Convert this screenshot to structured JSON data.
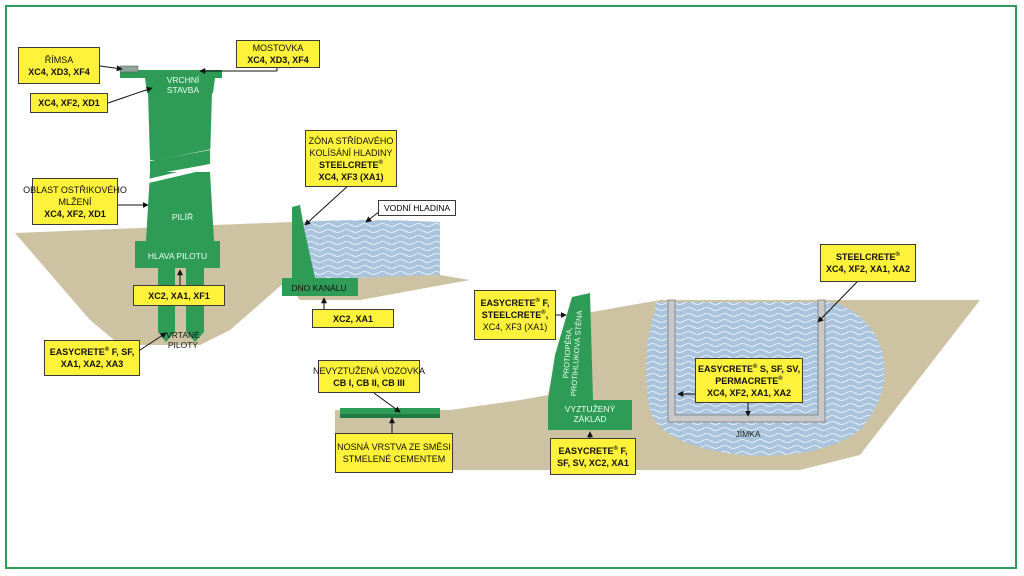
{
  "colors": {
    "ground": "#cdc3a3",
    "structure": "#2e9b57",
    "structure_dark": "#1f7a43",
    "water": "#a9c4dc",
    "label_fill": "#fff23a",
    "frame": "#2e9b57"
  },
  "parts": {
    "vrchni_stavba": [
      "VRCHNÍ",
      "STAVBA"
    ],
    "pilir": "PILÍŘ",
    "hlava_pilotu": "HLAVA PILOTU",
    "vrtane_piloty": [
      "VRTANÉ",
      "PILOTY"
    ],
    "dno_kanalu": "DNO KANÁLU",
    "protiopera": [
      "PROTIOPĚRA,",
      "PROTIHLUKOVÁ STĚNA"
    ],
    "vyztuzeny_zaklad": [
      "VYZTUŽENÝ",
      "ZÁKLAD"
    ],
    "jimka": "JÍMKA",
    "vodni_hladina": "VODNÍ HLADINA"
  },
  "callouts": {
    "rimsa": {
      "title": "ŘÍMSA",
      "classes": "XC4, XD3, XF4"
    },
    "mostovka": {
      "title": "MOSTOVKA",
      "classes": "XC4, XD3, XF4"
    },
    "vrchni_stavba": {
      "classes": "XC4, XF2, XD1"
    },
    "oblast": {
      "title1": "OBLAST OSTŘIKOVÉHO",
      "title2": "MLŽENÍ",
      "classes": "XC4, XF2, XD1"
    },
    "zona": {
      "title1": "ZÓNA STŘÍDAVÉHO",
      "title2": "KOLÍSÁNÍ HLADINY",
      "product": "STEELCRETE",
      "classes": "XC4, XF3 (XA1)"
    },
    "hlava_pilotu": {
      "classes": "XC2, XA1, XF1"
    },
    "piloty": {
      "product": "EASYCRETE",
      "suffix": " F, SF,",
      "classes": "XA1, XA2, XA3"
    },
    "dno_kanalu": {
      "classes": "XC2, XA1"
    },
    "protiopera": {
      "product1": "EASYCRETE",
      "suffix1": " F,",
      "product2": "STEELCRETE",
      "suffix2": ",",
      "classes": "XC4, XF3 (XA1)"
    },
    "vozovka": {
      "title": "NEVYZTUŽENÁ VOZOVKA",
      "classes": "CB I, CB II, CB III"
    },
    "nosna_vrstva": {
      "line1": "NOSNÁ VRSTVA ZE SMĚSI",
      "line2": "STMELENÉ CEMENTEM"
    },
    "zaklad": {
      "product": "EASYCRETE",
      "suffix": " F,",
      "classes": "SF, SV, XC2, XA1"
    },
    "jimka_steel": {
      "product": "STEELCRETE",
      "classes": "XC4, XF2, XA1, XA2"
    },
    "jimka_easy": {
      "product1": "EASYCRETE",
      "suffix1": " S, SF, SV,",
      "product2": "PERMACRETE",
      "suffix2": "",
      "classes": "XC4, XF2, XA1, XA2"
    }
  },
  "symbols": {
    "registered": "®"
  }
}
